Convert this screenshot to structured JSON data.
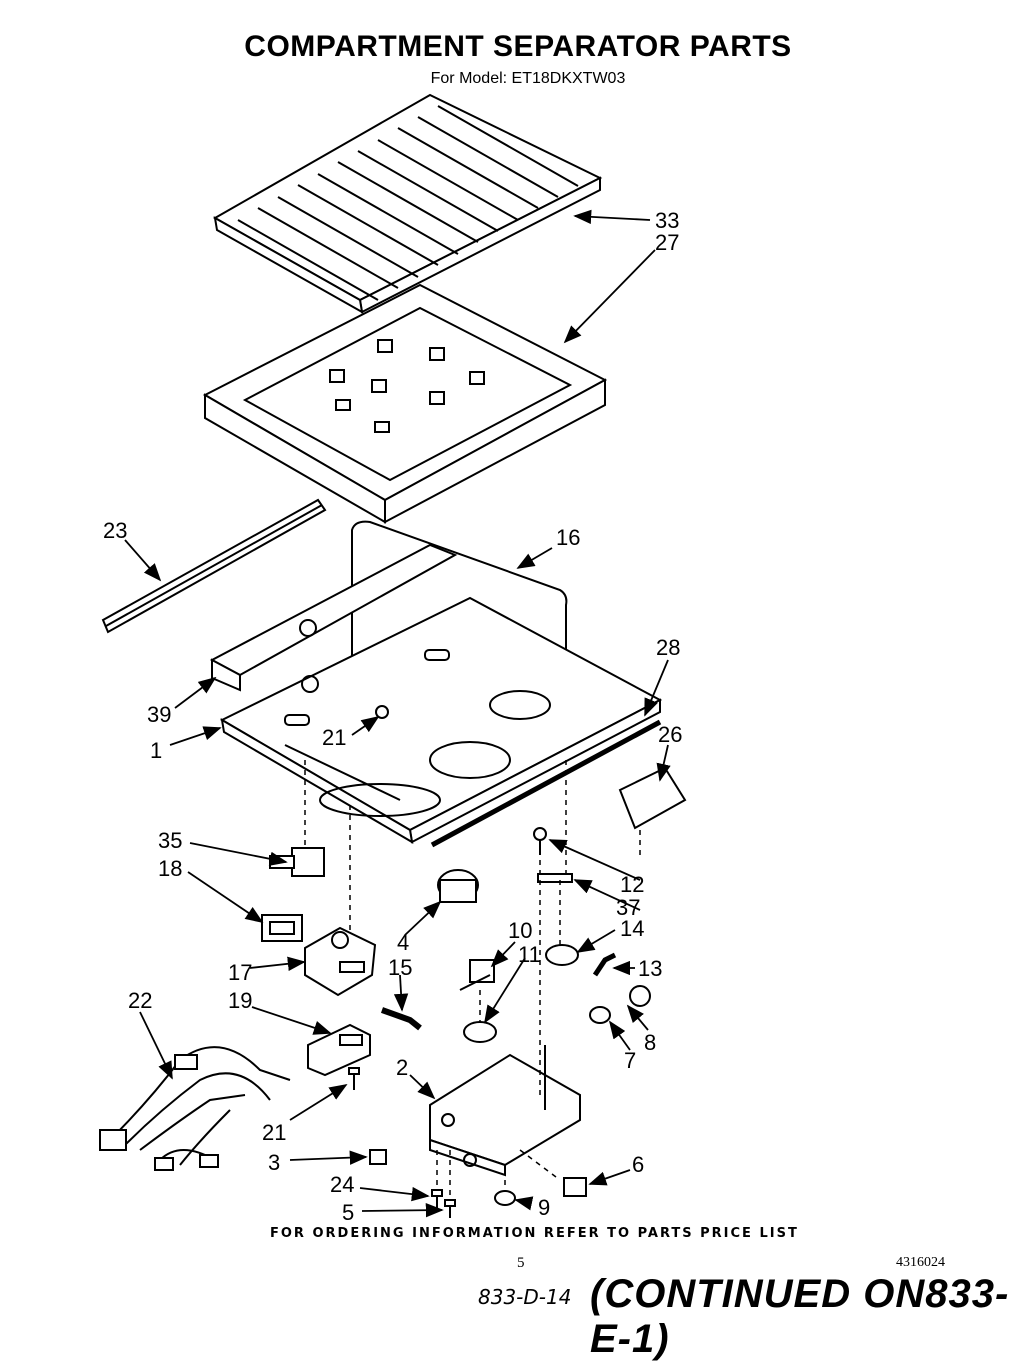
{
  "header": {
    "title": "COMPARTMENT SEPARATOR PARTS",
    "subtitle": "For Model: ET18DKXTW03"
  },
  "callouts": {
    "c33": "33",
    "c27": "27",
    "c23": "23",
    "c16": "16",
    "c28": "28",
    "c39": "39",
    "c1": "1",
    "c21a": "21",
    "c26": "26",
    "c35": "35",
    "c18": "18",
    "c12": "12",
    "c37": "37",
    "c4": "4",
    "c10": "10",
    "c11": "11",
    "c14": "14",
    "c15": "15",
    "c17": "17",
    "c13": "13",
    "c19": "19",
    "c22": "22",
    "c8": "8",
    "c7": "7",
    "c2": "2",
    "c21b": "21",
    "c3": "3",
    "c6": "6",
    "c24": "24",
    "c9": "9",
    "c5": "5"
  },
  "footer": {
    "ordering_note": "FOR ORDERING INFORMATION REFER TO PARTS PRICE LIST",
    "page_number": "5",
    "document_number": "4316024",
    "handwritten_note": "833-D-14",
    "continued_note": "(CONTINUED ON833-E-1)"
  }
}
